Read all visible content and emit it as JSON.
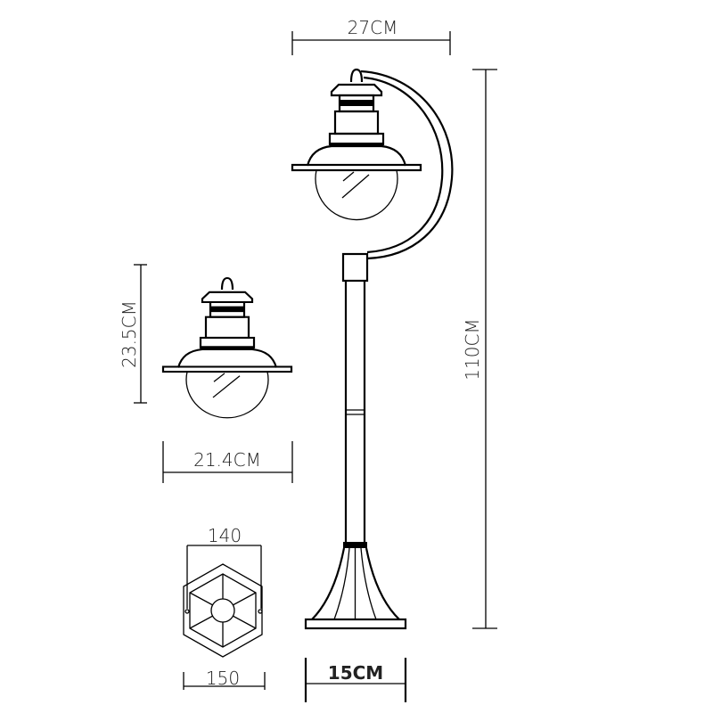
{
  "dimensions": {
    "lamp_width": "27CM",
    "total_height": "110CM",
    "head_height": "23.5CM",
    "head_width": "21.4CM",
    "base_inner": "140",
    "base_outer": "150",
    "base_width": "15CM"
  },
  "colors": {
    "line": "#000000",
    "background": "#ffffff"
  }
}
